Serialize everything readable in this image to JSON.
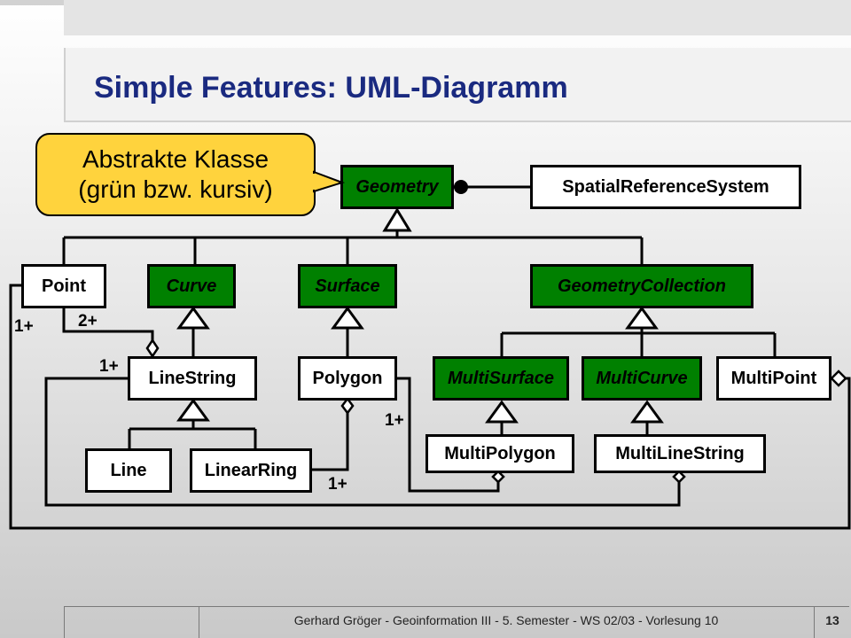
{
  "title": "Simple Features: UML-Diagramm",
  "callout": {
    "line1": "Abstrakte Klasse",
    "line2": "(grün bzw. kursiv)"
  },
  "colors": {
    "abstract_fill": "#008000",
    "concrete_fill": "#ffffff",
    "callout_fill": "#ffd33d",
    "title_color": "#1a2a80"
  },
  "classes": {
    "geometry": {
      "label": "Geometry",
      "abstract": true
    },
    "srs": {
      "label": "SpatialReferenceSystem",
      "abstract": false
    },
    "point": {
      "label": "Point",
      "abstract": false
    },
    "curve": {
      "label": "Curve",
      "abstract": true
    },
    "surface": {
      "label": "Surface",
      "abstract": true
    },
    "geometry_collection": {
      "label": "GeometryCollection",
      "abstract": true
    },
    "linestring": {
      "label": "LineString",
      "abstract": false
    },
    "polygon": {
      "label": "Polygon",
      "abstract": false
    },
    "multisurface": {
      "label": "MultiSurface",
      "abstract": true
    },
    "multicurve": {
      "label": "MultiCurve",
      "abstract": true
    },
    "multipoint": {
      "label": "MultiPoint",
      "abstract": false
    },
    "line": {
      "label": "Line",
      "abstract": false
    },
    "linearring": {
      "label": "LinearRing",
      "abstract": false
    },
    "multipolygon": {
      "label": "MultiPolygon",
      "abstract": false
    },
    "multilinestring": {
      "label": "MultiLineString",
      "abstract": false
    }
  },
  "multiplicities": {
    "point_multipoint": "1+",
    "point_linestring": "2+",
    "linestring_multicurve": "1+",
    "polygon_multisurface": "1+",
    "linearring_polygon": "1+"
  },
  "footer": {
    "text": "Gerhard Gröger - Geoinformation III - 5. Semester - WS 02/03 - Vorlesung 10",
    "page": "13"
  }
}
